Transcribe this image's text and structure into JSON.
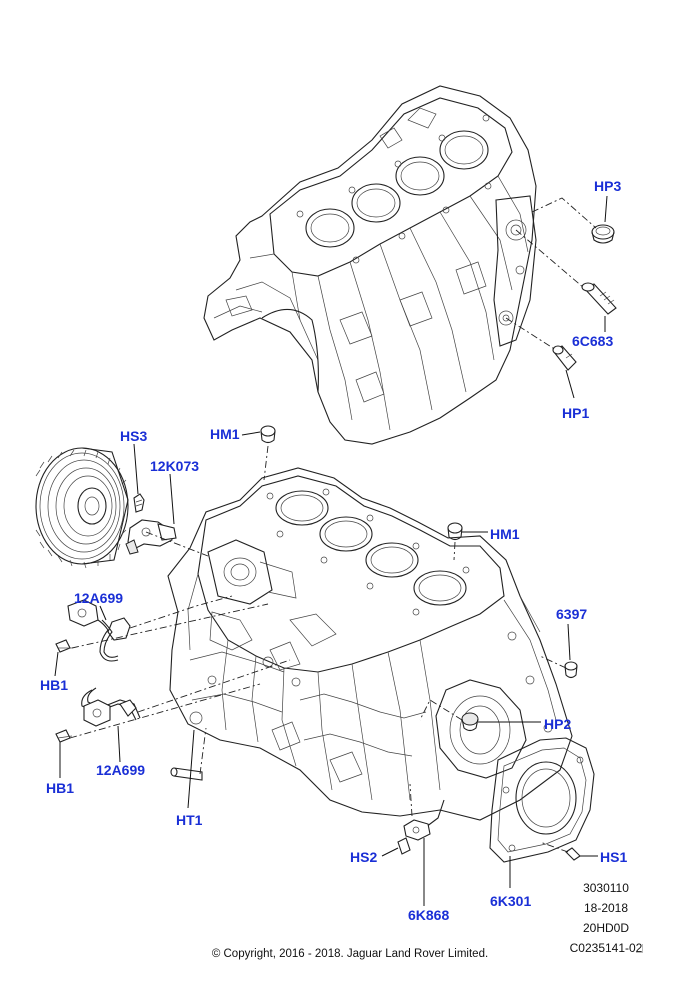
{
  "callouts": {
    "hp3": "HP3",
    "c6c683": "6C683",
    "hp1": "HP1",
    "hm1_top": "HM1",
    "hs3": "HS3",
    "c12k073": "12K073",
    "hm1_right": "HM1",
    "c12a699_top": "12A699",
    "c6397": "6397",
    "hb1_top": "HB1",
    "hp2": "HP2",
    "c12a699_bottom": "12A699",
    "hb1_bottom": "HB1",
    "ht1": "HT1",
    "hs2": "HS2",
    "hs1": "HS1",
    "c6k868": "6K868",
    "c6k301": "6K301"
  },
  "reference": {
    "line1": "3030110",
    "line2": "18-2018",
    "line3": "20HD0D",
    "line4": "C0235141-02"
  },
  "footer": {
    "copyright": "© Copyright, 2016 - 2018. Jaguar Land Rover Limited."
  },
  "colors": {
    "callout": "#1a2fd6",
    "line_art": "#222222",
    "background": "#ffffff"
  }
}
